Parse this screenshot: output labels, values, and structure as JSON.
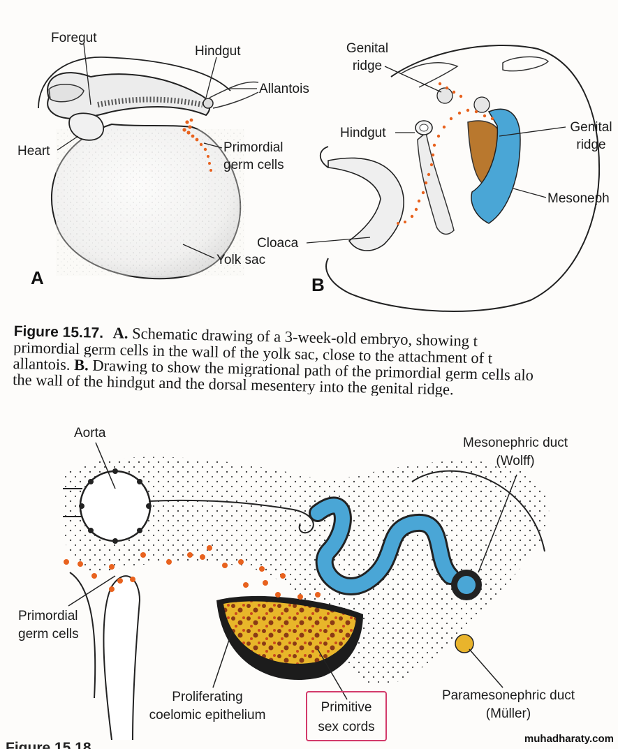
{
  "figure_a": {
    "panel_label": "A",
    "labels": {
      "foregut": "Foregut",
      "hindgut": "Hindgut",
      "allantois": "Allantois",
      "heart": "Heart",
      "primordial_germ_cells_1": "Primordial",
      "primordial_germ_cells_2": "germ cells",
      "yolk_sac": "Yolk sac"
    }
  },
  "figure_b": {
    "panel_label": "B",
    "labels": {
      "genital_ridge_top_1": "Genital",
      "genital_ridge_top_2": "ridge",
      "hindgut": "Hindgut",
      "genital_ridge_right_1": "Genital",
      "genital_ridge_right_2": "ridge",
      "mesonephros": "Mesoneph",
      "cloaca": "Cloaca"
    }
  },
  "caption": {
    "figure_number": "Figure 15.17.",
    "line1_a": "A.",
    "line1_b": "Schematic drawing of a 3-week-old embryo, showing t",
    "line2": "primordial germ cells in the wall of the yolk sac, close to the attachment of t",
    "line3_a": "allantois.",
    "line3_b": "B.",
    "line3_c": "Drawing to show the migrational path of the primordial germ cells alo",
    "line4": "the wall of the hindgut and the dorsal mesentery into the genital ridge."
  },
  "figure_c": {
    "labels": {
      "aorta": "Aorta",
      "mesonephric_duct_1": "Mesonephric duct",
      "mesonephric_duct_2": "(Wolff)",
      "primordial_germ_cells_1": "Primordial",
      "primordial_germ_cells_2": "germ cells",
      "proliferating_1": "Proliferating",
      "proliferating_2": "coelomic epithelium",
      "primitive_sex_cords_1": "Primitive",
      "primitive_sex_cords_2": "sex cords",
      "paramesonephric_1": "Paramesonephric duct",
      "paramesonephric_2": "(Müller)"
    }
  },
  "footer": {
    "next_figure_fragment": "Figure 15.18",
    "watermark": "muhadharaty.com"
  },
  "colors": {
    "germ_cells": "#e8621e",
    "mesonephros_blue": "#4aa6d6",
    "genital_ridge_brown": "#b9782e",
    "sex_cords_yellow": "#e8b62a",
    "paramesonephric_yellow": "#e9b42c",
    "annotation_box": "#d23a6a"
  }
}
